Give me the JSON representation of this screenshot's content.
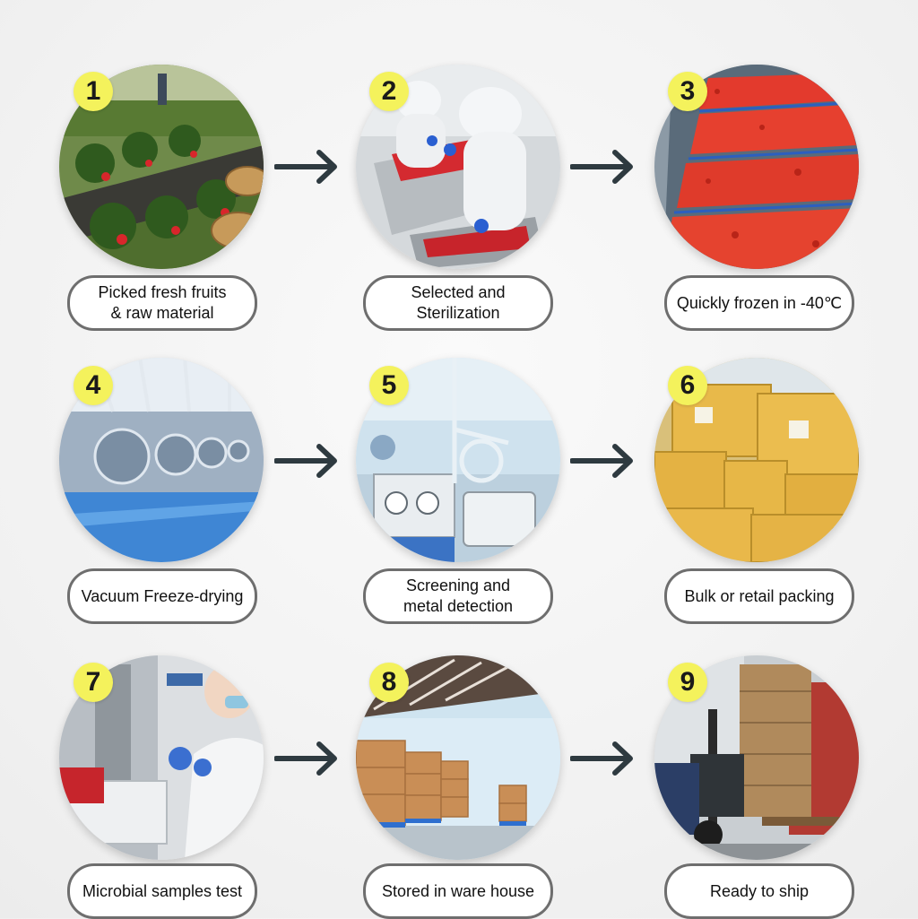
{
  "steps": [
    {
      "number": "1",
      "label": "Picked fresh fruits\n& raw material"
    },
    {
      "number": "2",
      "label": "Selected and\nSterilization"
    },
    {
      "number": "3",
      "label": "Quickly frozen in -40℃"
    },
    {
      "number": "4",
      "label": "Vacuum Freeze-drying"
    },
    {
      "number": "5",
      "label": "Screening and\nmetal detection"
    },
    {
      "number": "6",
      "label": "Bulk or retail packing"
    },
    {
      "number": "7",
      "label": "Microbial samples test"
    },
    {
      "number": "8",
      "label": "Stored in ware house"
    },
    {
      "number": "9",
      "label": "Ready to ship"
    }
  ],
  "colors": {
    "badge": "#f4f25c",
    "label_border": "#6e6e6e",
    "arrow": "#2e3a40",
    "background": "#f3f3f3"
  }
}
